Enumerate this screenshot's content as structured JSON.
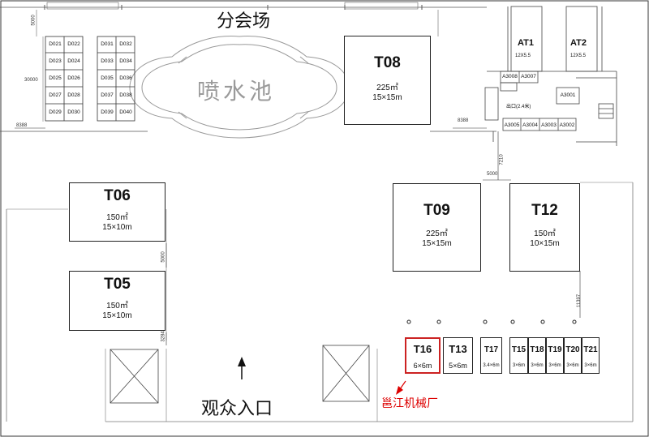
{
  "venue": {
    "hall_title": "分会场",
    "fountain": "喷水池",
    "entrance": "观众入口",
    "exhibitor_callout": "邕江机械厂",
    "exit_note": "出口(2.4米)"
  },
  "booths": {
    "T08": {
      "code": "T08",
      "area": "225㎡",
      "size": "15×15m"
    },
    "T06": {
      "code": "T06",
      "area": "150㎡",
      "size": "15×10m"
    },
    "T05": {
      "code": "T05",
      "area": "150㎡",
      "size": "15×10m"
    },
    "T09": {
      "code": "T09",
      "area": "225㎡",
      "size": "15×15m"
    },
    "T12": {
      "code": "T12",
      "area": "150㎡",
      "size": "10×15m"
    },
    "T16": {
      "code": "T16",
      "size": "6×6m"
    },
    "T13": {
      "code": "T13",
      "size": "5×6m"
    },
    "T17": {
      "code": "T17",
      "size": "3.4×6m"
    },
    "T15": {
      "code": "T15",
      "size": "3×6m"
    },
    "T18": {
      "code": "T18",
      "size": "3×6m"
    },
    "T19": {
      "code": "T19",
      "size": "3×6m"
    },
    "T20": {
      "code": "T20",
      "size": "3×6m"
    },
    "T21": {
      "code": "T21",
      "size": "3×6m"
    },
    "AT1": {
      "code": "AT1",
      "size": "12X5.5"
    },
    "AT2": {
      "code": "AT2",
      "size": "12X5.5"
    }
  },
  "d_grid_left": [
    [
      "D021",
      "D022"
    ],
    [
      "D023",
      "D024"
    ],
    [
      "D025",
      "D026"
    ],
    [
      "D027",
      "D028"
    ],
    [
      "D029",
      "D030"
    ]
  ],
  "d_grid_right": [
    [
      "D031",
      "D032"
    ],
    [
      "D033",
      "D034"
    ],
    [
      "D035",
      "D036"
    ],
    [
      "D037",
      "D038"
    ],
    [
      "D039",
      "D040"
    ]
  ],
  "a_units": {
    "a3008": "A3008",
    "a3007": "A3007",
    "a3001": "A3001",
    "a3005": "A3005",
    "a3004": "A3004",
    "a3003": "A3003",
    "a3002": "A3002"
  },
  "dimensions": {
    "d5000_top": "5000",
    "d30000": "30000",
    "d8388": "8388",
    "d8388b": "8388",
    "d7210": "7210",
    "d5000_mid": "5000",
    "d5000_left": "5000",
    "d3284": "3284",
    "d11397": "11397"
  }
}
